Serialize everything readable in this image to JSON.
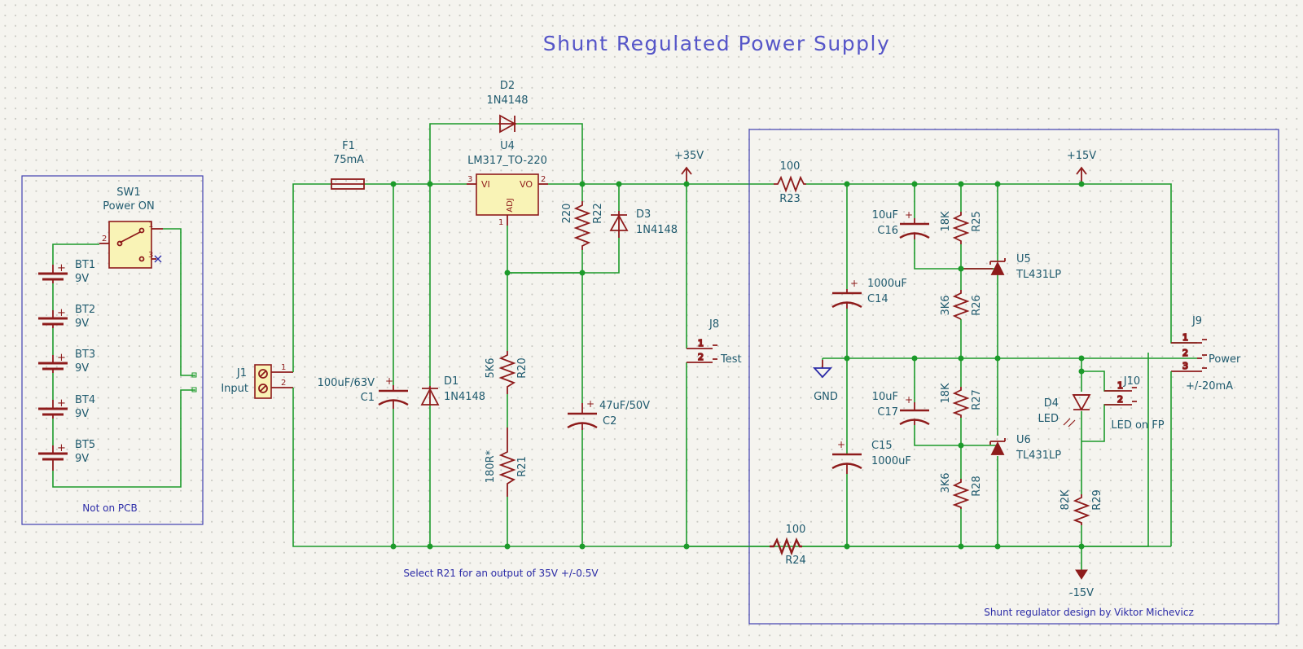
{
  "title": "Shunt Regulated Power Supply",
  "notes": {
    "not_on_pcb": "Not on PCB",
    "select_r21": "Select R21 for an output of 35V +/-0.5V",
    "shunt_credit": "Shunt regulator design by Viktor Michevicz"
  },
  "nets": {
    "v35": "+35V",
    "v15p": "+15V",
    "v15n": "-15V",
    "gnd": "GND"
  },
  "components": {
    "SW1": {
      "ref": "SW1",
      "value": "Power ON"
    },
    "BT1": {
      "ref": "BT1",
      "value": "9V"
    },
    "BT2": {
      "ref": "BT2",
      "value": "9V"
    },
    "BT3": {
      "ref": "BT3",
      "value": "9V"
    },
    "BT4": {
      "ref": "BT4",
      "value": "9V"
    },
    "BT5": {
      "ref": "BT5",
      "value": "9V"
    },
    "J1": {
      "ref": "J1",
      "value": "Input"
    },
    "F1": {
      "ref": "F1",
      "value": "75mA"
    },
    "C1": {
      "ref": "C1",
      "value": "100uF/63V"
    },
    "D1": {
      "ref": "D1",
      "value": "1N4148"
    },
    "D2": {
      "ref": "D2",
      "value": "1N4148"
    },
    "U4": {
      "ref": "U4",
      "value": "LM317_TO-220",
      "pin_vi": "VI",
      "pin_vo": "VO",
      "pin_adj": "ADJ"
    },
    "R20": {
      "ref": "R20",
      "value": "5K6"
    },
    "R21": {
      "ref": "R21",
      "value": "180R*"
    },
    "R22": {
      "ref": "R22",
      "value": "220"
    },
    "D3": {
      "ref": "D3",
      "value": "1N4148"
    },
    "C2": {
      "ref": "C2",
      "value": "47uF/50V"
    },
    "J8": {
      "ref": "J8",
      "value": "Test"
    },
    "R23": {
      "ref": "R23",
      "value": "100"
    },
    "R24": {
      "ref": "R24",
      "value": "100"
    },
    "C14": {
      "ref": "C14",
      "value": "1000uF"
    },
    "C15": {
      "ref": "C15",
      "value": "1000uF"
    },
    "C16": {
      "ref": "C16",
      "value": "10uF"
    },
    "C17": {
      "ref": "C17",
      "value": "10uF"
    },
    "R25": {
      "ref": "R25",
      "value": "18K"
    },
    "R26": {
      "ref": "R26",
      "value": "3K6"
    },
    "R27": {
      "ref": "R27",
      "value": "18K"
    },
    "R28": {
      "ref": "R28",
      "value": "3K6"
    },
    "U5": {
      "ref": "U5",
      "value": "TL431LP"
    },
    "U6": {
      "ref": "U6",
      "value": "TL431LP"
    },
    "D4": {
      "ref": "D4",
      "value": "LED"
    },
    "R29": {
      "ref": "R29",
      "value": "82K"
    },
    "J9": {
      "ref": "J9",
      "value": "Power",
      "current": "+/-20mA"
    },
    "J10": {
      "ref": "J10",
      "value": "LED on FP"
    }
  },
  "pins": {
    "one": "1",
    "two": "2",
    "three": "3",
    "plus": "+"
  },
  "colors": {
    "wire": "#1c9a2a",
    "component": "#8e1b1b",
    "reference_text": "#1f5a6e",
    "note_text": "#2c2ca8",
    "sheet_box": "#3f3fb0",
    "background": "#f5f4ef"
  }
}
